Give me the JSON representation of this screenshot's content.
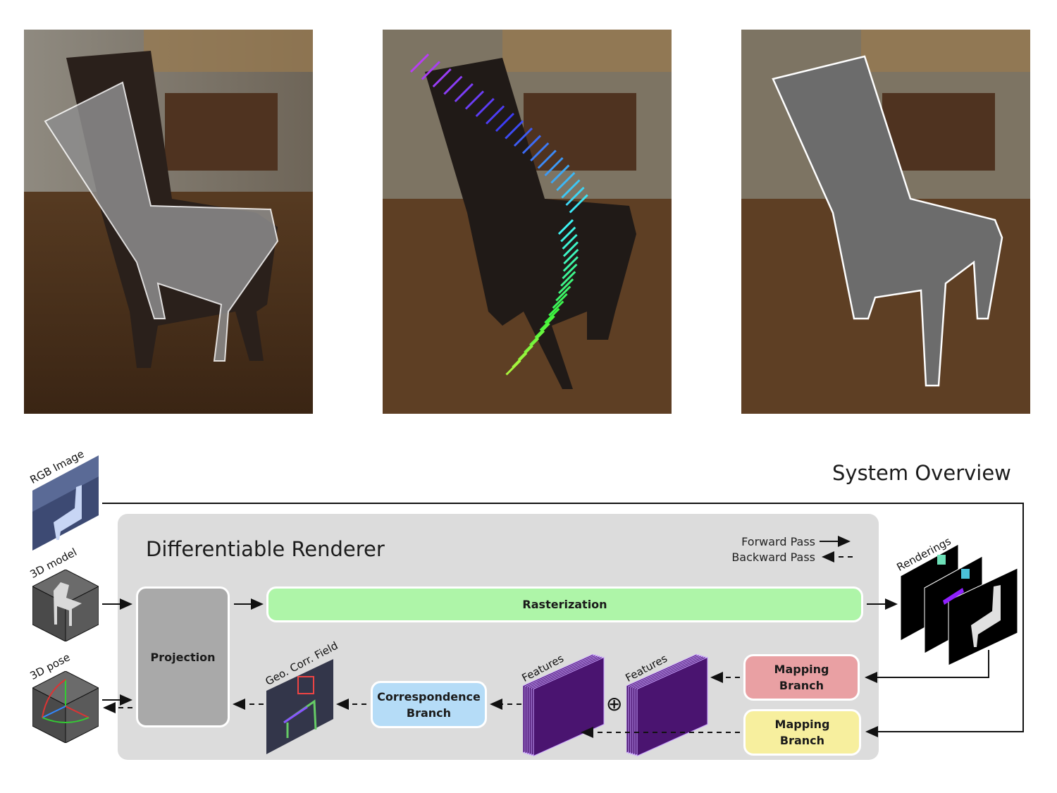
{
  "photos": [
    {
      "name": "initial-pose-overlay",
      "description": "Chair photo with initial misaligned gray CAD render overlay"
    },
    {
      "name": "correspondence-arrows",
      "description": "Chair photo with rainbow colored correspondence arrows"
    },
    {
      "name": "refined-pose-overlay",
      "description": "Chair photo with aligned gray CAD render overlay"
    }
  ],
  "diagram": {
    "title": "System Overview",
    "renderer_title": "Differentiable Renderer",
    "inputs": {
      "rgb_image": "RGB Image",
      "model_3d": "3D model",
      "pose_3d": "3D pose"
    },
    "legend": {
      "forward": "Forward Pass",
      "backward": "Backward Pass"
    },
    "blocks": {
      "projection": "Projection",
      "rasterization": "Rasterization",
      "correspondence_line1": "Correspondence",
      "correspondence_line2": "Branch",
      "mapping_red_line1": "Mapping",
      "mapping_red_line2": "Branch",
      "mapping_yellow_line1": "Mapping",
      "mapping_yellow_line2": "Branch"
    },
    "labels": {
      "geo_corr_field": "Geo. Corr. Field",
      "features_1": "Features",
      "features_2": "Features",
      "renderings": "Renderings",
      "combine_symbol": "⊕"
    },
    "colors": {
      "panel": "#dcdcdc",
      "projection": "#a9a9a9",
      "rasterization": "#aef5a8",
      "correspondence": "#b5dcf7",
      "mapping_red": "#e9a0a3",
      "mapping_yellow": "#f7ef9e",
      "features": "#4a1470"
    }
  }
}
